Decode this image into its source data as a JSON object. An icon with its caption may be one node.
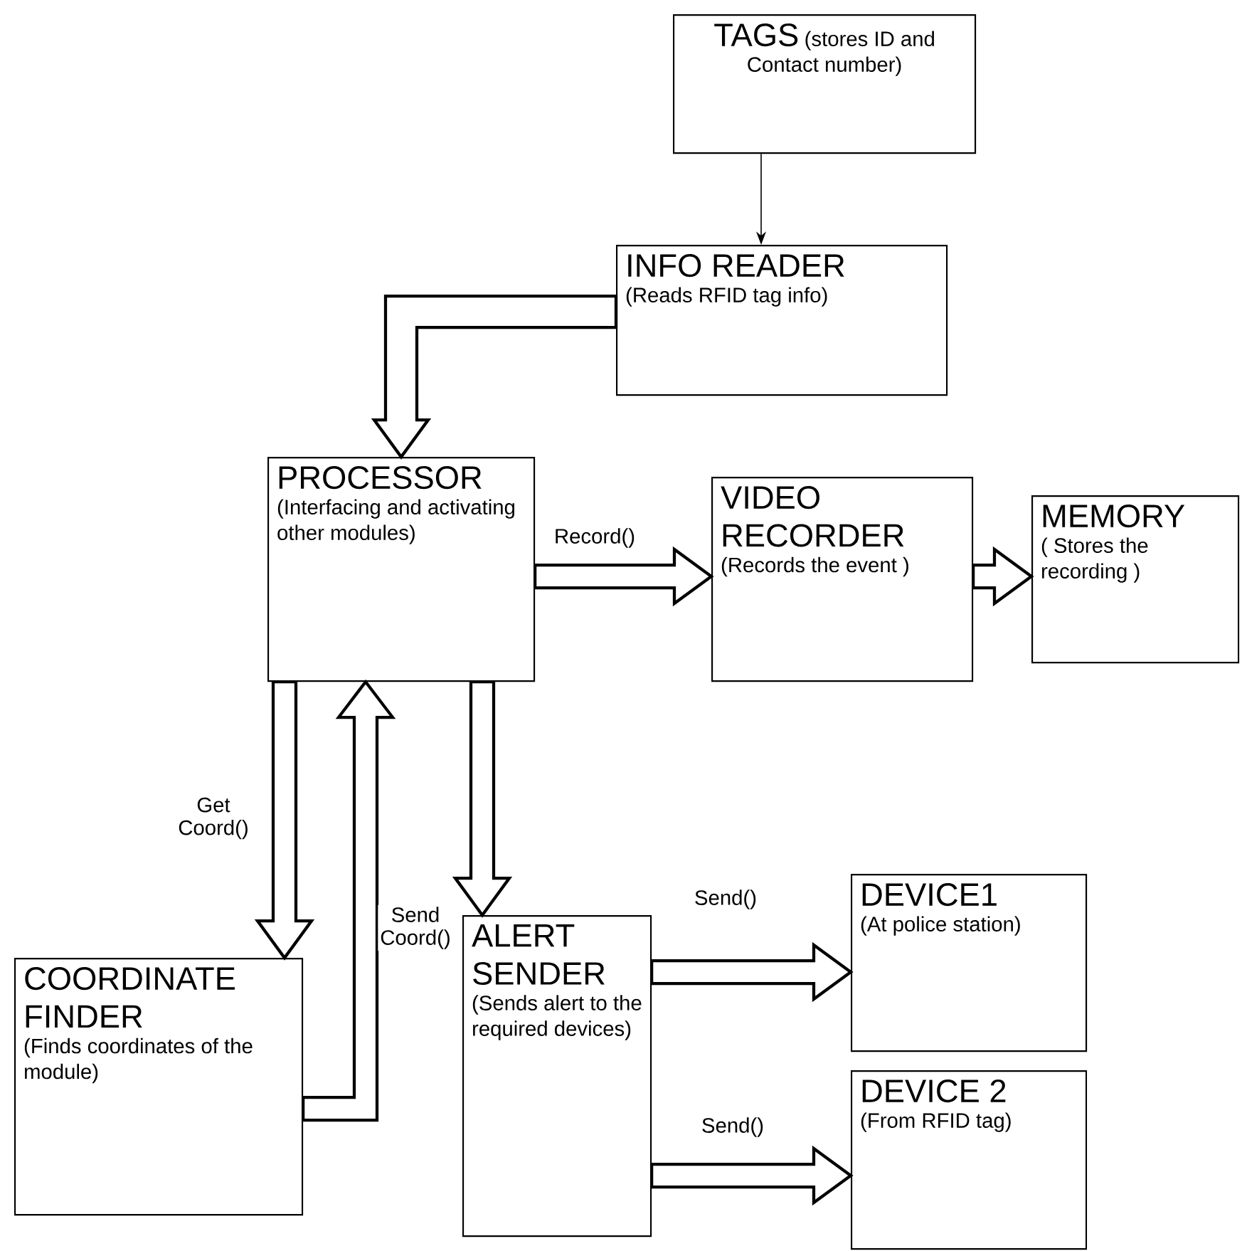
{
  "diagram": {
    "nodes": [
      {
        "text": [
          "TAGS",
          "(stores ID and Contact number)"
        ]
      },
      {
        "text": [
          "INFO READER",
          "(Reads RFID tag info)"
        ]
      },
      {
        "text": [
          "PROCESSOR",
          "(Interfacing and activating other modules)"
        ]
      },
      {
        "text": [
          "VIDEO RECORDER",
          "(Records the event )"
        ]
      },
      {
        "text": [
          "MEMORY",
          "( Stores the recording )"
        ]
      },
      {
        "text": [
          "COORDINATE FINDER",
          "(Finds coordinates of the module)"
        ]
      },
      {
        "text": [
          "ALERT SENDER",
          "(Sends alert to the required devices)"
        ]
      },
      {
        "text": [
          "DEVICE1",
          "(At police station)"
        ]
      },
      {
        "text": [
          "DEVICE 2",
          "(From RFID tag)"
        ]
      }
    ],
    "edges": [
      {
        "from": 0,
        "to": 1,
        "arrow": "to"
      },
      {
        "from": 1,
        "to": 2,
        "arrow": "to",
        "style": "thick"
      },
      {
        "from": 2,
        "to": 3,
        "arrow": "to",
        "style": "thick",
        "label": "Record()"
      },
      {
        "from": 3,
        "to": 4,
        "arrow": "to",
        "style": "thick"
      },
      {
        "from": 2,
        "to": 5,
        "arrow": "to",
        "style": "thick",
        "label": "Get Coord()"
      },
      {
        "from": 5,
        "to": 2,
        "arrow": "to",
        "style": "thick",
        "label": "Send Coord()"
      },
      {
        "from": 2,
        "to": 6,
        "arrow": "to",
        "style": "thick"
      },
      {
        "from": 6,
        "to": 7,
        "arrow": "to",
        "style": "thick",
        "label": "Send()"
      },
      {
        "from": 6,
        "to": 8,
        "arrow": "to",
        "style": "thick",
        "label": "Send()"
      }
    ]
  }
}
